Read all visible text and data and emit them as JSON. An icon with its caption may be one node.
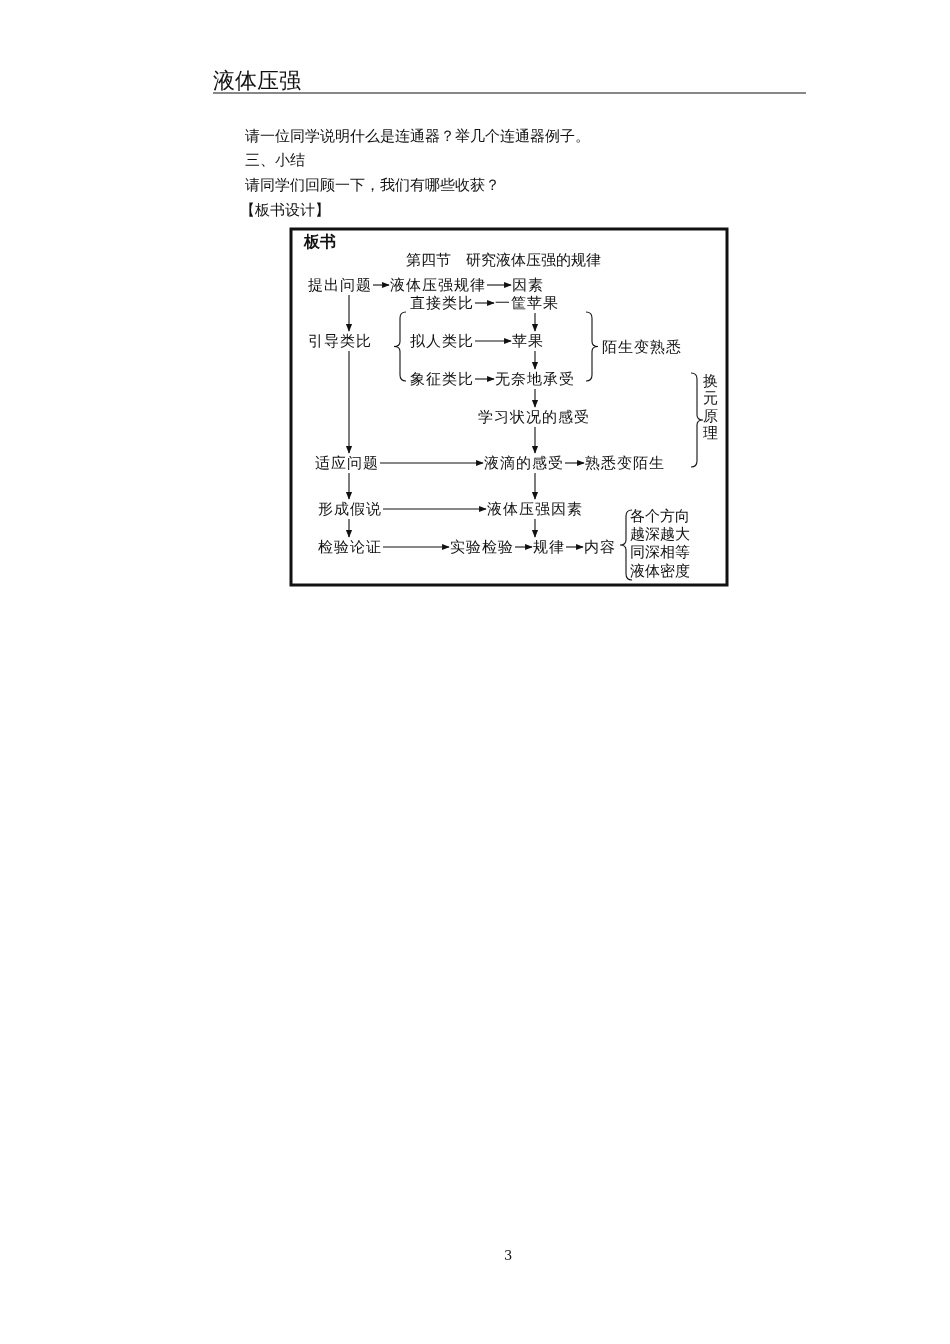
{
  "diagram": {
    "title": "液体压强",
    "nodes": [
      {
        "text": [
          "提出问题"
        ]
      },
      {
        "text": [
          "液体压强规律"
        ]
      },
      {
        "text": [
          "因素"
        ]
      },
      {
        "text": [
          "直接类比"
        ]
      },
      {
        "text": [
          "一筐苹果"
        ]
      },
      {
        "text": [
          "引导类比"
        ]
      },
      {
        "text": [
          "拟人类比"
        ]
      },
      {
        "text": [
          "苹果"
        ]
      },
      {
        "text": [
          "陌生变熟悉"
        ]
      },
      {
        "text": [
          "象征类比"
        ]
      },
      {
        "text": [
          "无奈地承受"
        ]
      },
      {
        "text": [
          "换元原理"
        ]
      },
      {
        "text": [
          "学习状况的感受"
        ]
      },
      {
        "text": [
          "适应问题"
        ]
      },
      {
        "text": [
          "液滴的感受"
        ]
      },
      {
        "text": [
          "熟悉变陌生"
        ]
      },
      {
        "text": [
          "形成假说"
        ]
      },
      {
        "text": [
          "液体压强因素"
        ]
      },
      {
        "text": [
          "检验论证"
        ]
      },
      {
        "text": [
          "实验检验"
        ]
      },
      {
        "text": [
          "规律"
        ]
      },
      {
        "text": [
          "内容"
        ]
      }
    ],
    "edges": [
      {
        "from": 0,
        "to": 1,
        "arrow": "to"
      },
      {
        "from": 1,
        "to": 2,
        "arrow": "to"
      },
      {
        "from": 0,
        "to": 5,
        "arrow": "to"
      },
      {
        "from": 3,
        "to": 4,
        "arrow": "to"
      },
      {
        "from": 4,
        "to": 7,
        "arrow": "to"
      },
      {
        "from": 6,
        "to": 7,
        "arrow": "to"
      },
      {
        "from": 7,
        "to": 10,
        "arrow": "to"
      },
      {
        "from": 9,
        "to": 10,
        "arrow": "to"
      },
      {
        "from": 10,
        "to": 12,
        "arrow": "to"
      },
      {
        "from": 5,
        "to": 13,
        "arrow": "to"
      },
      {
        "from": 12,
        "to": 14,
        "arrow": "to"
      },
      {
        "from": 13,
        "to": 14,
        "arrow": "to"
      },
      {
        "from": 14,
        "to": 15,
        "arrow": "to"
      },
      {
        "from": 13,
        "to": 16,
        "arrow": "to"
      },
      {
        "from": 14,
        "to": 17,
        "arrow": "to"
      },
      {
        "from": 16,
        "to": 17,
        "arrow": "to"
      },
      {
        "from": 16,
        "to": 18,
        "arrow": "to"
      },
      {
        "from": 17,
        "to": 20,
        "arrow": "to"
      },
      {
        "from": 18,
        "to": 19,
        "arrow": "to"
      },
      {
        "from": 19,
        "to": 20,
        "arrow": "to"
      },
      {
        "from": 20,
        "to": 21,
        "arrow": "to"
      }
    ],
    "labels": [
      "请一位同学说明什么是连通器？举几个连通器例子。",
      "三、小结",
      "请同学们回顾一下，我们有哪些收获？",
      "【板书设计】",
      "板书",
      "第四节　研究液体压强的规律",
      "各个方向",
      "越深越大",
      "同深相等",
      "液体密度",
      "3"
    ]
  }
}
